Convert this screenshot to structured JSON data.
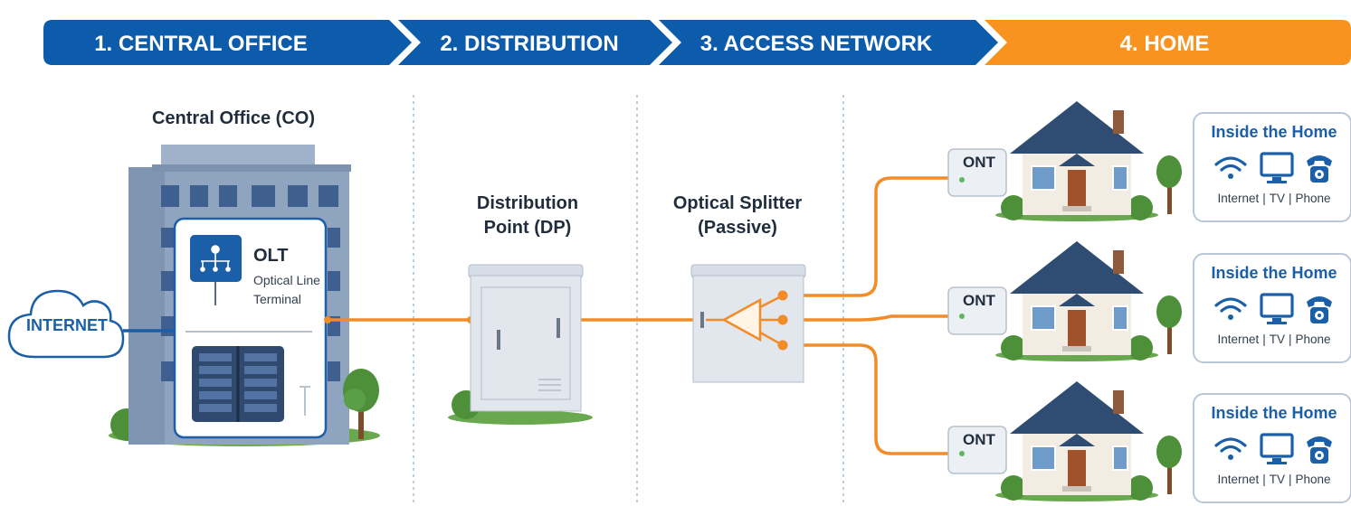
{
  "stages": [
    "1. CENTRAL OFFICE",
    "2. DISTRIBUTION",
    "3. ACCESS NETWORK",
    "4. HOME"
  ],
  "central_office": {
    "title": "Central Office (CO)",
    "olt_title": "OLT",
    "olt_subtitle_line1": "Optical Line",
    "olt_subtitle_line2": "Terminal"
  },
  "internet_label": "INTERNET",
  "distribution": {
    "line1": "Distribution",
    "line2": "Point (DP)"
  },
  "splitter": {
    "line1": "Optical Splitter",
    "line2": "(Passive)"
  },
  "homes": [
    {
      "ont": "ONT",
      "card_title": "Inside the Home",
      "services": [
        "Internet",
        "TV",
        "Phone"
      ]
    },
    {
      "ont": "ONT",
      "card_title": "Inside the Home",
      "services": [
        "Internet",
        "TV",
        "Phone"
      ]
    },
    {
      "ont": "ONT",
      "card_title": "Inside the Home",
      "services": [
        "Internet",
        "TV",
        "Phone"
      ]
    }
  ],
  "separator": "|",
  "colors": {
    "blue": "#0d5bab",
    "orange": "#f7931e",
    "fiber": "#f28c28",
    "building": "#8fa4bf"
  },
  "icons": [
    "cloud-icon",
    "olt-icon",
    "server-rack-icon",
    "cabinet-icon",
    "splitter-icon",
    "ont-icon",
    "house-icon",
    "wifi-icon",
    "tv-icon",
    "phone-icon",
    "tree-icon"
  ]
}
